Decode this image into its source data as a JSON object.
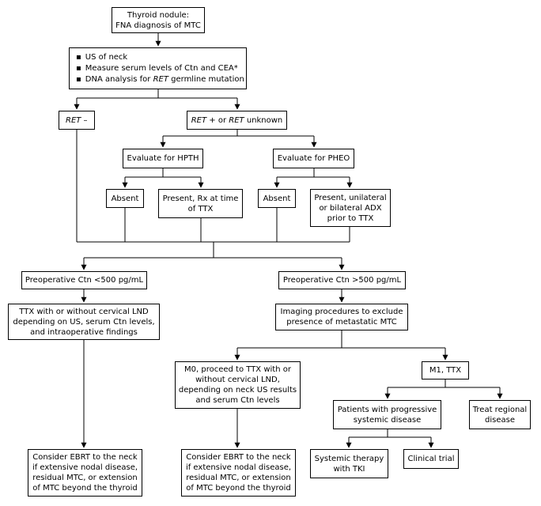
{
  "nodes": {
    "start": "Thyroid nodule:\nFNA diagnosis of MTC",
    "workup": {
      "items": [
        {
          "text": "US of neck"
        },
        {
          "text": "Measure serum levels of Ctn and CEA*"
        },
        {
          "prefix": "DNA analysis for ",
          "em": "RET",
          "suffix": " germline mutation"
        }
      ]
    },
    "ret_neg": {
      "em": "RET",
      "suffix": " –"
    },
    "ret_pos": {
      "em1": "RET",
      "mid": " + or ",
      "em2": "RET",
      "suffix": " unknown"
    },
    "eval_hpth": "Evaluate for HPTH",
    "eval_pheo": "Evaluate for PHEO",
    "absent_hpth": "Absent",
    "present_hpth": "Present, Rx at time\nof TTX",
    "absent_pheo": "Absent",
    "present_pheo": "Present, unilateral\nor bilateral ADX\nprior to TTX",
    "ctn_low": "Preoperative Ctn <500 pg/mL",
    "ctn_high": "Preoperative Ctn >500 pg/mL",
    "ttx_low": "TTX with or without cervical LND\ndepending on US, serum Ctn levels,\nand intraoperative findings",
    "imaging": "Imaging procedures to exclude\npresence of metastatic MTC",
    "m0": "M0, proceed to TTX with or\nwithout cervical LND,\ndepending on neck US results\nand serum Ctn levels",
    "m1": "M1, TTX",
    "progressive": "Patients with progressive\nsystemic disease",
    "regional": "Treat regional\ndisease",
    "ebrt_left": "Consider EBRT to the neck\nif extensive nodal disease,\nresidual MTC, or extension\nof MTC beyond the thyroid",
    "ebrt_mid": "Consider EBRT to the neck\nif extensive nodal disease,\nresidual MTC, or extension\nof MTC beyond the thyroid",
    "tki": "Systemic therapy\nwith TKI",
    "trial": "Clinical trial"
  }
}
